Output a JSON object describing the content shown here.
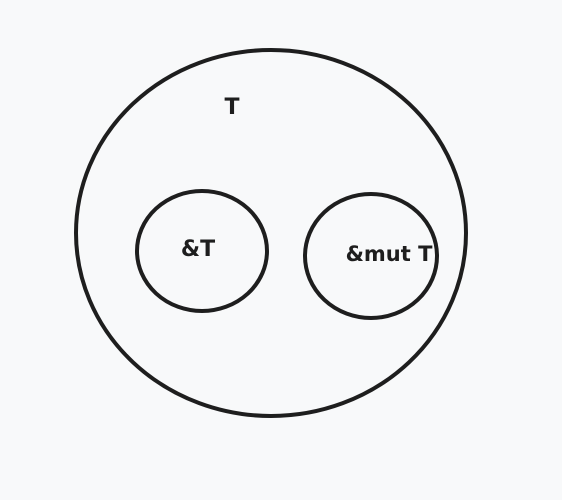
{
  "diagram": {
    "outer_set": {
      "label": "T"
    },
    "inner_sets": [
      {
        "label": "&T"
      },
      {
        "label": "&mut T"
      }
    ]
  },
  "colors": {
    "background": "#f8f9fa",
    "stroke": "#1e1e1e",
    "text": "#1e1e1e"
  }
}
